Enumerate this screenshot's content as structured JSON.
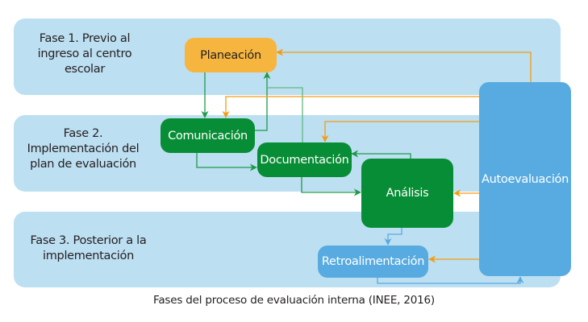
{
  "title": "Fases del proceso de evaluación interna (INEE, 2016)",
  "colors": {
    "panel": "#bddff2",
    "green_node": "#078d35",
    "orange_node": "#f6b53f",
    "blue_node": "#58abe0",
    "orange_arrow": "#f39c12",
    "green_arrow": "#1e9a48",
    "blue_arrow": "#58abe0"
  },
  "phases": [
    {
      "id": "fase1",
      "lines": [
        "Fase 1. Previo al",
        "ingreso al centro",
        "escolar"
      ]
    },
    {
      "id": "fase2",
      "lines": [
        "Fase 2.",
        "Implementación del",
        "plan de evaluación"
      ]
    },
    {
      "id": "fase3",
      "lines": [
        "Fase 3. Posterior a la",
        "implementación"
      ]
    }
  ],
  "nodes": {
    "planeacion": {
      "label": "Planeación",
      "phase": "fase1"
    },
    "comunicacion": {
      "label": "Comunicación",
      "phase": "fase2"
    },
    "documentacion": {
      "label": "Documentación",
      "phase": "fase2"
    },
    "analisis": {
      "label": "Análisis",
      "phase": "fase2"
    },
    "retroalimentacion": {
      "label": "Retroalimentación",
      "phase": "fase3"
    },
    "autoevaluacion": {
      "label": "Autoevaluación",
      "phase": "all"
    }
  },
  "edges": [
    {
      "from": "planeacion",
      "to": "comunicacion",
      "color": "green"
    },
    {
      "from": "comunicacion",
      "to": "planeacion",
      "color": "green"
    },
    {
      "from": "comunicacion",
      "to": "documentacion",
      "color": "green"
    },
    {
      "from": "documentacion",
      "to": "planeacion",
      "color": "green"
    },
    {
      "from": "documentacion",
      "to": "analisis",
      "color": "green"
    },
    {
      "from": "analisis",
      "to": "documentacion",
      "color": "green"
    },
    {
      "from": "analisis",
      "to": "retroalimentacion",
      "color": "blue"
    },
    {
      "from": "retroalimentacion",
      "to": "autoevaluacion",
      "color": "blue"
    },
    {
      "from": "autoevaluacion",
      "to": "planeacion",
      "color": "orange"
    },
    {
      "from": "autoevaluacion",
      "to": "comunicacion",
      "color": "orange"
    },
    {
      "from": "autoevaluacion",
      "to": "documentacion",
      "color": "orange"
    },
    {
      "from": "autoevaluacion",
      "to": "analisis",
      "color": "orange"
    },
    {
      "from": "autoevaluacion",
      "to": "retroalimentacion",
      "color": "orange"
    }
  ]
}
